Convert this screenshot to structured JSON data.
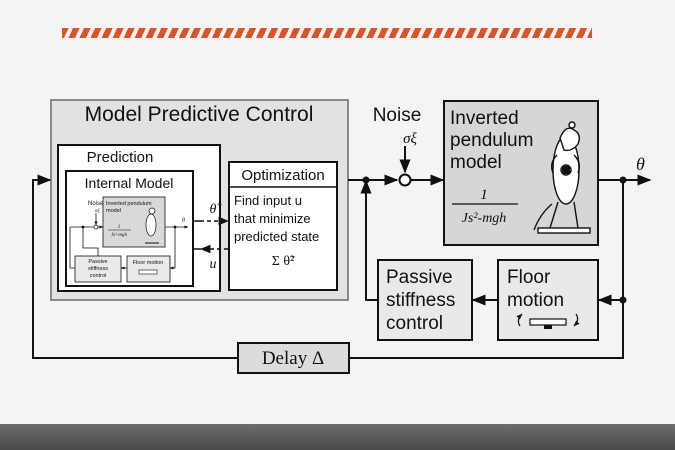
{
  "mpc": {
    "title": "Model Predictive Control",
    "prediction": "Prediction",
    "internal_model": "Internal Model",
    "mini": {
      "noise": "Noise",
      "noise_sym": "σξ",
      "pendulum": [
        "Inverted pendulum",
        "model"
      ],
      "tf_num": "1",
      "tf_den": "Js²-mgh",
      "theta": "θ",
      "passive": [
        "Passive",
        "stiffness",
        "control"
      ],
      "floor": "Floor motion"
    },
    "optimization": {
      "title": "Optimization",
      "lines": [
        "Find input u",
        "that minimize",
        "predicted state",
        "Σ θ̃²"
      ]
    },
    "theta_tilde": "θ̃",
    "u": "u"
  },
  "noise": {
    "label": "Noise",
    "symbol": "σξ"
  },
  "pendulum": {
    "title": [
      "Inverted",
      "pendulum",
      "model"
    ],
    "tf_num": "1",
    "tf_den": "Js²-mgh"
  },
  "output": "θ",
  "passive": [
    "Passive",
    "stiffness",
    "control"
  ],
  "floor": [
    "Floor",
    "motion"
  ],
  "delay": "Delay Δ"
}
